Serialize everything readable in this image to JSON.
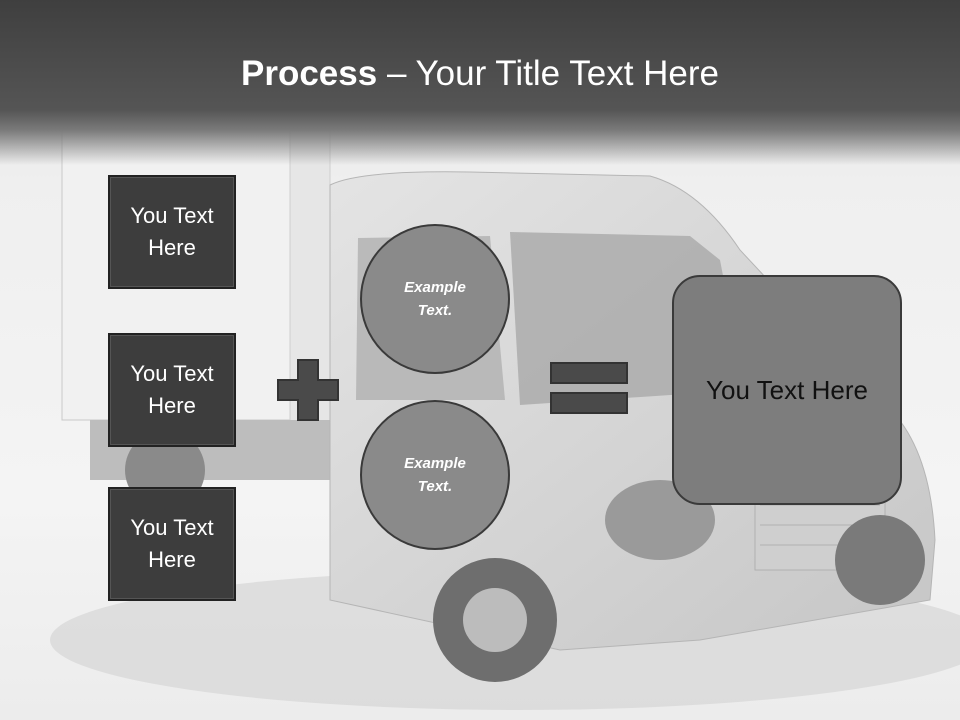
{
  "title": {
    "bold": "Process",
    "dash": " – ",
    "rest": "Your Title Text Here"
  },
  "inputs": [
    {
      "label": "You Text Here"
    },
    {
      "label": "You Text Here"
    },
    {
      "label": "You Text Here"
    }
  ],
  "plus_icon": "plus-icon",
  "circles": [
    {
      "label": "Example Text."
    },
    {
      "label": "Example Text."
    }
  ],
  "equals_icon": "equals-icon",
  "result": {
    "label": "You Text Here"
  },
  "colors": {
    "header": "#444444",
    "box_fill": "#3d3d3d",
    "circle_fill": "#8a8a8a",
    "result_fill": "#7d7d7d",
    "symbol_fill": "#4a4a4a"
  }
}
